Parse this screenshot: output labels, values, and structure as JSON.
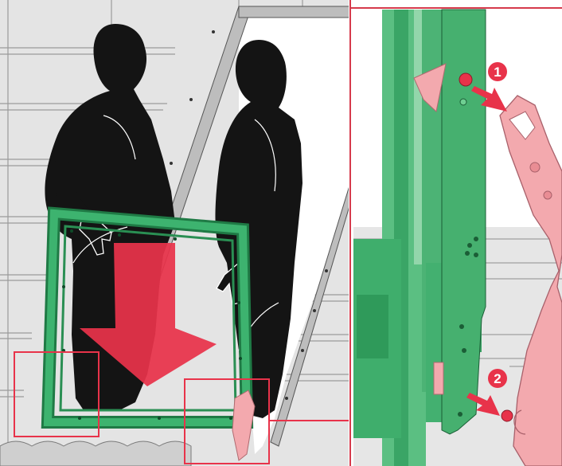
{
  "illustration": {
    "left_panel": {
      "subject": "two-people-lowering-window-frame",
      "arrow_icon": "down-arrow-icon",
      "highlight_boxes": 2
    },
    "right_panel": {
      "subject": "hinge-bracket-detail",
      "steps": [
        {
          "label": "1"
        },
        {
          "label": "2"
        }
      ]
    },
    "colors": {
      "accent_red": "#e8334a",
      "frame_green": "#3db36f",
      "frame_green_dark": "#1f7a45",
      "bracket_pink": "#f3a9ae",
      "roof_gray": "#e4e4e4",
      "silhouette": "#141414",
      "divider": "#d63a4c"
    }
  }
}
